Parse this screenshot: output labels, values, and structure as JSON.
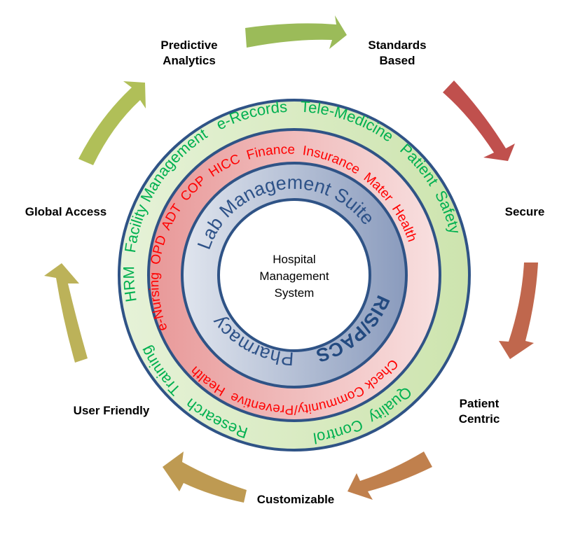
{
  "title": "Hospital Management System",
  "center": {
    "lines": [
      "Hospital",
      "Management",
      "System"
    ]
  },
  "colors": {
    "ring_stroke": "#2f5386",
    "green_text": "#00b050",
    "red_text": "#ff0000",
    "blue_text": "#2e5288",
    "green_ring_light": "#e6f2d8",
    "green_ring_dark": "#cfe5b1",
    "red_ring_dark": "#e89a9a",
    "red_ring_light": "#f7dede",
    "blue_ring_light": "#dde2ec",
    "blue_ring_dark": "#8d9dbd"
  },
  "rings": {
    "blue": {
      "top_text": "Lab Management Suite",
      "rispacs": "RIS/PACS",
      "pharmacy": "Pharmacy"
    },
    "red": {
      "top_text": "e-Nursing  OPD  ADT  COP  HICC  Finance  Insurance  Mater  Health",
      "bottom_text": "Community/Preventive  Health",
      "check": "Check"
    },
    "green": {
      "top_text": "HRM   Facility Management   e-Records   Tele-Medicine   Patient  Safety",
      "bottom_right": "Quality  Control",
      "bottom_left": "Research   Training"
    }
  },
  "cycle": [
    {
      "label_lines": [
        "Predictive",
        "Analytics"
      ],
      "arrow_color": "#9bbb59"
    },
    {
      "label_lines": [
        "Standards",
        "Based"
      ],
      "arrow_color": "#c0504d"
    },
    {
      "label_lines": [
        "Secure"
      ],
      "arrow_color": "#c0504d"
    },
    {
      "label_lines": [
        "Patient",
        "Centric"
      ],
      "arrow_color": "#c0694d"
    },
    {
      "label_lines": [
        "Customizable"
      ],
      "arrow_color": "#c0824d"
    },
    {
      "label_lines": [
        "User Friendly"
      ],
      "arrow_color": "#bf9b50"
    },
    {
      "label_lines": [
        "Global Access"
      ],
      "arrow_color": "#bbb557"
    },
    {
      "label_lines": [],
      "arrow_color": "#b0bf58"
    }
  ]
}
